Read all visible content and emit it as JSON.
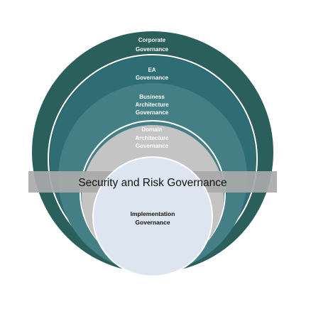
{
  "diagram": {
    "corporate": {
      "line1": "Corporate",
      "line2": "Governance",
      "color": "#2a5f5c"
    },
    "ea": {
      "line1": "EA",
      "line2": "Governance",
      "color": "#2e6d73"
    },
    "business": {
      "line1": "Business",
      "line2": "Architecture",
      "line3": "Governance",
      "color": "#447f85"
    },
    "domain": {
      "line1": "Domain",
      "line2": "Architecture",
      "line3": "Governance",
      "color": "#c4c4c4"
    },
    "implementation": {
      "line1": "Implementation",
      "line2": "Governance",
      "color": "#dde5f0"
    },
    "security_band": {
      "label": "Security and Risk Governance",
      "color": "#a9a9a9"
    }
  }
}
